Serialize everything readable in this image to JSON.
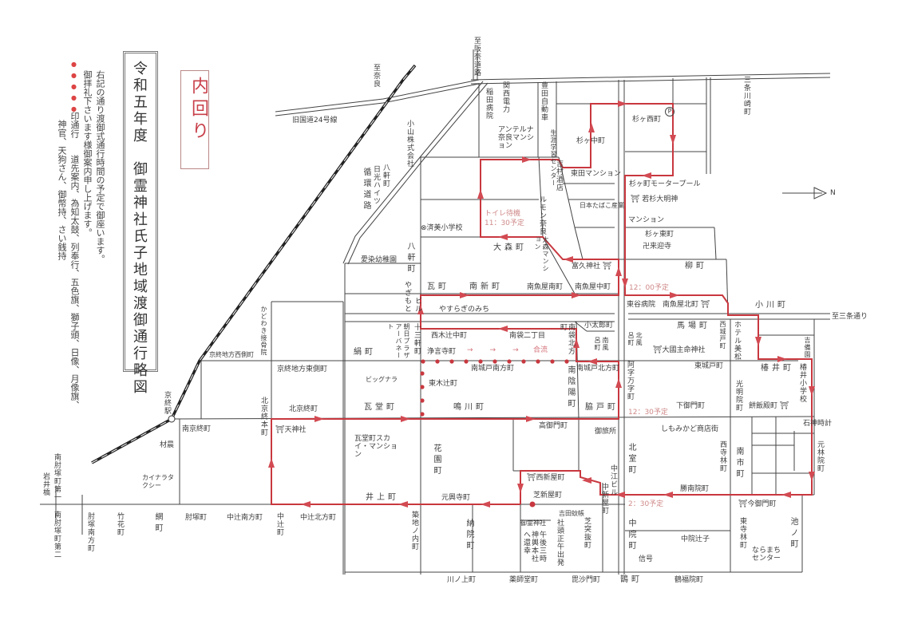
{
  "title": "令和五年度　御霊神社氏子地域渡御通行略図",
  "route_name": "内回り",
  "notes": {
    "line1": "右記の通り渡御式通行時間の予定で御座います。",
    "line2": "御拝礼下さいます様御案内申し上げます。",
    "legend_dots": "●●●●●",
    "legend_label": "印通行",
    "line3": "道先案内、為知太鼓、列奉行、五色旗、獅子頭、日像、月像旗、",
    "line4": "神官、天狗さん、御幣持、さい銭持"
  },
  "colors": {
    "route": "#c8383f",
    "text": "#3c3c3c",
    "time": "#d08a8a"
  },
  "times": {
    "t1130_a": "トイレ待機",
    "t1130_b": "11：30予定",
    "t1200": "12：00予定",
    "t1230": "12：30予定",
    "t230": "2：30予定"
  },
  "labels": {
    "to_nara": "至奈良",
    "route24": "旧国道24号線",
    "to_hanna": "至阪奈道路",
    "koyama": "小山株式会社",
    "junkan": "循環道路",
    "hakkencho1": "八軒町",
    "nikko": "日光ハイツ",
    "aizen": "愛染幼稚園",
    "hakkencho2": "八軒町",
    "yagimoto": "やぎもと",
    "biru": "ビル",
    "inada": "稲田病院",
    "kansai": "関西電力",
    "anteruna": "アンテルナ奈良マンション",
    "toyota": "豊田自動車",
    "shogai": "生涯学習センター",
    "suginaka": "杉ヶ中町",
    "suginishi": "杉ヶ西町",
    "parking": "P",
    "sanjo": "三条川崎町",
    "yoshimura": "吉村酒店",
    "higashida": "東田マンション",
    "motorpool": "杉ヶ町モータープール",
    "wakasugi": "若杉大明神",
    "tabako": "日本たばこ産業",
    "rumon": "ルモン奈良",
    "saibi": "済美小学校",
    "omori": "大森町",
    "omori_m": "大森マンション",
    "mansion": "マンション",
    "sugihigashi": "杉ヶ東町",
    "raigo": "卍来迎寺",
    "fukyu": "富久神社",
    "yanagi": "柳町",
    "kawara": "瓦町",
    "minamishin": "南新町",
    "uoyaminami": "南魚屋南町",
    "uoyanaka": "南魚屋中町",
    "yasuragi": "やすらぎのみち",
    "higashitani": "東谷病院　南魚屋北町",
    "ogawa": "小川町",
    "to_sanjo": "至三条通り",
    "kotaro": "小太郎町",
    "nishikitsuji": "西木辻中町",
    "minamibukuro": "南袋二丁目",
    "bukurokita": "南袋北方町",
    "furominami": "南風呂町",
    "furokita": "北風呂町",
    "baba": "馬場町",
    "nishikido": "西城戸町",
    "hotel": "ホテル美松",
    "kibien": "吉備園",
    "okuninushi": "大國主命神社",
    "kinu": "絹町",
    "jusanken": "十三軒町",
    "asahi": "朝日プラザアーバネート",
    "jogonji": "浄言寺町",
    "arrows": "→　→　→",
    "goryu": "合流",
    "kidominami": "南城戸南方町",
    "kidokita": "南城戸北方町",
    "onmyo": "南陰陽町",
    "bignara": "ビッグナラ",
    "higashikitsuji": "東木辻町",
    "ajimanji": "阿字万字町",
    "higashikido": "東城戸町",
    "tsubai": "椿井町",
    "tsubaisho": "椿井小学校",
    "komyoin": "光明院町",
    "kyobatenishi": "京終地方西側町",
    "kadowaki": "かどわき接骨院",
    "kyobatehigashi": "京終地方東側町",
    "shimomikado": "下御門町",
    "mochiidono": "餅飯殿町",
    "kawarado": "瓦堂町",
    "narukawa": "鳴川町",
    "wakido": "脇戸町",
    "kyobate_st": "京終駅",
    "kitakyobatehon": "北京終本町",
    "kitakyobate": "北京終町",
    "ishigami": "石神時計",
    "takamikado": "高御門町",
    "shimomikado_st": "しもみかど商店街",
    "minamikyobate": "南京終町",
    "tenjin": "天神社",
    "otabisho": "御旅所",
    "skymansion": "瓦堂町スカイ・マンション",
    "hanazono": "花園町",
    "kitamuro": "北室町",
    "nishiterabayashi": "西寺林町",
    "minamiichi": "南市町",
    "ganrinin": "元林院町",
    "zaishin": "材晨",
    "kainara": "カイナラタクシー",
    "nakae": "中江ビル",
    "nakashinya": "中新屋町",
    "nishishinya": "西新屋町",
    "shonanin": "勝南院町",
    "inoue": "井上町",
    "gangoji": "元興寺町",
    "shibashinya": "芝新屋町",
    "imamikado": "今御門町",
    "iwaibashi": "岩井橋",
    "hijizuka1": "南肘塚町第一",
    "hijizuka2": "南肘塚町第二",
    "hijizukaminami": "肘塚南方町",
    "takehana": "竹花町",
    "ami": "網町",
    "hijizuka": "肘塚町",
    "nakatsujiminami": "中辻南方町",
    "nakatsuji": "中辻町",
    "nakatsujikita": "中辻北方町",
    "tsukiji": "築地ノ内町",
    "noin": "納院町",
    "goryo": "御霊神社",
    "yoshida": "吉田蚊帳",
    "shibatsukinuke": "芝突抜町",
    "shato": "社頭正午出発",
    "kanko": "午後三時神輿本社へ還幸",
    "chuin": "中院町",
    "chuinzushi": "中院辻子",
    "higashiterabayashi": "東寺林町",
    "ikenocho": "池ノ町",
    "naramachi": "ならまちセンター",
    "signal": "信号",
    "kawanokami": "川ノ上町",
    "yakushido": "薬師堂町",
    "bishamon": "毘沙門町",
    "kasasagi": "鵲町",
    "kakufukuin": "鶴福院町",
    "north": "N"
  }
}
